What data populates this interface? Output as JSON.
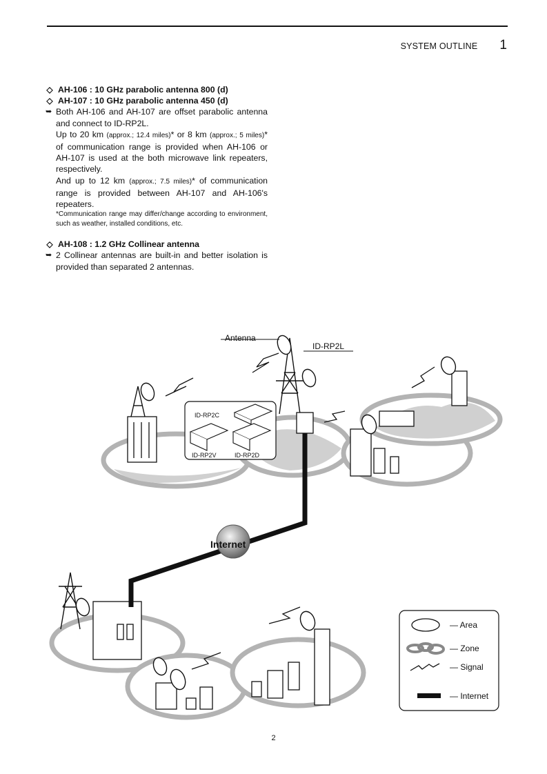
{
  "header": {
    "section_title": "SYSTEM OUTLINE",
    "section_number": "1"
  },
  "content": {
    "ah106_heading": "AH-106 : 10 GHz parabolic antenna 800 (d)",
    "ah107_heading": "AH-107 : 10 GHz parabolic antenna 450 (d)",
    "para1_a": "Both AH-106 and AH-107 are offset parabolic antenna and connect to ID-RP2L.",
    "para1_b_pre": "Up to 20 km ",
    "para1_b_small1": "(approx.; 12.4 miles)",
    "para1_b_mid": "* or 8 km ",
    "para1_b_small2": "(approx.; 5 miles)",
    "para1_b_post": "* of communication range is provided when AH-106 or AH-107 is used at the both microwave link repeaters, respectively.",
    "para1_c_pre": "And up to 12 km ",
    "para1_c_small": "(approx.; 7.5 miles)",
    "para1_c_post": "* of communication range is provided between AH-107 and AH-106's repeaters.",
    "note": "*Communication range may differ/change according to environment, such as weather, installed conditions, etc.",
    "ah108_heading": "AH-108 : 1.2 GHz Collinear antenna",
    "para2": "2 Collinear antennas are built-in and better isolation is provided than separated 2 antennas."
  },
  "diagram": {
    "label_antenna": "Antenna",
    "label_idrp2l": "ID-RP2L",
    "label_idrp2c": "ID-RP2C",
    "label_idrp2v": "ID-RP2V",
    "label_idrp2d": "ID-RP2D",
    "label_internet": "Internet",
    "legend": {
      "area": "— Area",
      "zone": "— Zone",
      "signal": "— Signal",
      "internet": "— Internet"
    }
  },
  "footer": {
    "page_number": "2"
  },
  "colors": {
    "ink": "#111111",
    "shade": "#cccccc",
    "ring": "#b3b3b3"
  },
  "icons": [
    "diamond-bullet-icon",
    "arrow-bullet-icon",
    "globe-icon",
    "tower-icon",
    "antenna-dish-icon",
    "signal-bolt-icon"
  ]
}
